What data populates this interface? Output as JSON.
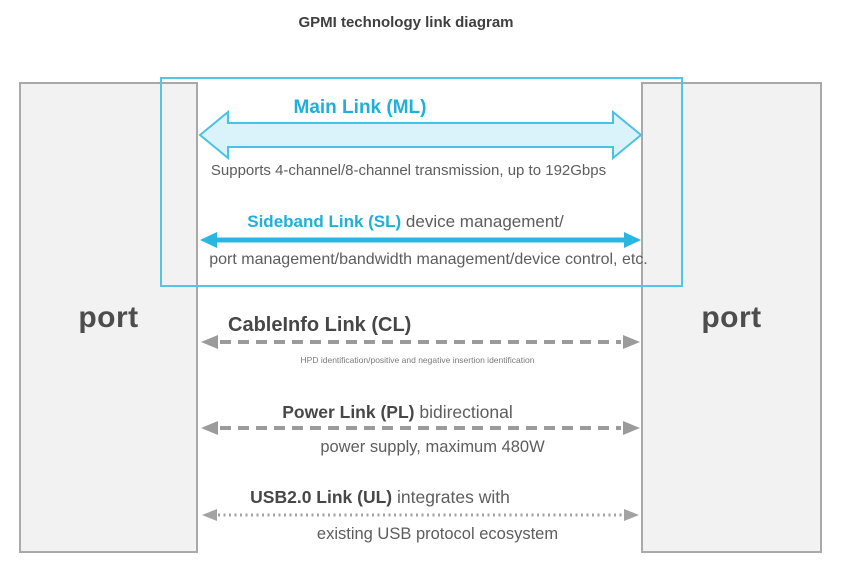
{
  "title": "GPMI technology link diagram",
  "ports": {
    "left_label": "port",
    "right_label": "port"
  },
  "links": {
    "main": {
      "label": "Main Link (ML)",
      "description": "Supports 4-channel/8-channel transmission, up to 192Gbps",
      "arrow_style": "wide-solid-double-arrow"
    },
    "sideband": {
      "label": "Sideband Link (SL)",
      "suffix": " device management/",
      "description": "port management/bandwidth management/device control, etc.",
      "arrow_style": "solid-double-arrow"
    },
    "cableinfo": {
      "label": "CableInfo Link (CL)",
      "description": "HPD identification/positive and negative insertion identification",
      "arrow_style": "dashed-double-arrow"
    },
    "power": {
      "label": "Power Link (PL)",
      "suffix": " bidirectional",
      "description": "power supply, maximum 480W",
      "arrow_style": "dashed-double-arrow"
    },
    "usb": {
      "label": "USB2.0 Link (UL)",
      "suffix": " integrates with",
      "description": "existing USB protocol ecosystem",
      "arrow_style": "dotted-double-arrow"
    }
  },
  "colors": {
    "cyan_text": "#1fb0d9",
    "cyan_arrow": "#29b6e0",
    "main_arrow_fill": "#daf2fa",
    "main_arrow_border": "#4ac2e4",
    "frame_border": "#52c6e8",
    "gray_arrow": "#9b9b9b",
    "dark_text": "#474747",
    "body_text": "#5d5d5d",
    "port_box_fill": "#f2f2f2",
    "port_box_border": "#a9a9a9"
  }
}
